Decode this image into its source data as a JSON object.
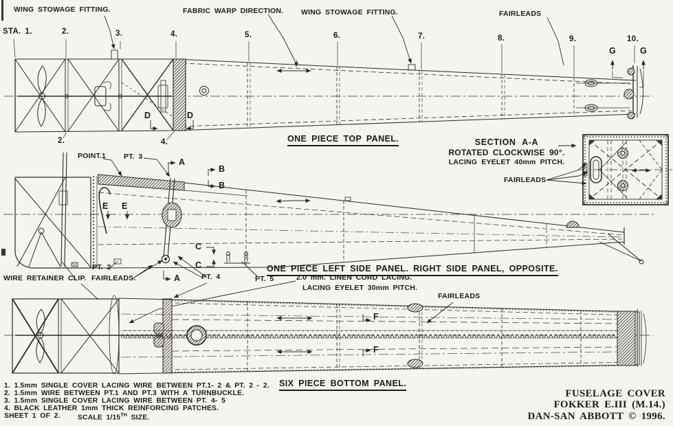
{
  "sheet": {
    "paper_color": "#f6f4ee",
    "ink_color": "#2b2926"
  },
  "callouts": {
    "wing_stowage_fitting_left": "WING STOWAGE FITTING.",
    "fabric_warp_direction": "FABRIC WARP DIRECTION.",
    "wing_stowage_fitting_right": "WING STOWAGE FITTING.",
    "fairleads_top_view": "FAIRLEADS",
    "fairleads_section_aa": "FAIRLEADS",
    "fairleads_side_view": "FAIRLEADS.",
    "fairleads_bottom_view": "FAIRLEADS",
    "wire_retainer_clip": "WIRE RETAINER CLIP.",
    "point_1": "POINT.1",
    "pt_2": "PT. 2",
    "pt_3": "PT. 3",
    "pt_4": "PT. 4",
    "pt_5": "PT. 5",
    "linen_cord_lacing": "2.0 mm. LINEN CORD LACING.",
    "lacing_eyelet_30mm": "LACING EYELET 30mm PITCH."
  },
  "stations_top": [
    "STA. 1.",
    "2.",
    "3.",
    "4.",
    "5.",
    "6.",
    "7.",
    "8.",
    "9.",
    "10."
  ],
  "stations_below_top_view": [
    "2.",
    "4."
  ],
  "section_markers": {
    "a": "A",
    "b": "B",
    "c": "C",
    "d": "D",
    "e": "E",
    "f": "F",
    "g": "G"
  },
  "view_titles": {
    "top_panel": "ONE PIECE TOP PANEL.",
    "side_panel": "ONE PIECE LEFT SIDE PANEL. RIGHT SIDE PANEL, OPPOSITE.",
    "bottom_panel": "SIX PIECE BOTTOM PANEL."
  },
  "section_aa": {
    "title": "SECTION A-A",
    "rotation_note": "ROTATED CLOCKWISE 90°.",
    "lacing_note": "LACING EYELET 40mm PITCH."
  },
  "notes": [
    "1. 1.5mm SINGLE COVER LACING WIRE BETWEEN PT.1- 2 & PT. 2 - 2.",
    "2. 1.5mm WIRE BETWEEN PT.1 AND PT.3 WITH A TURNBUCKLE.",
    "3. 1.5mm SINGLE COVER LACING WIRE BETWEEN PT. 4- 5",
    "4. BLACK LEATHER 1mm THICK REINFORCING PATCHES."
  ],
  "sheet_note": {
    "sheet": "SHEET 1 OF 2.",
    "scale_prefix": "SCALE 1/15",
    "scale_sup": "TH",
    "scale_suffix": " SIZE."
  },
  "title_block": {
    "line1": "FUSELAGE COVER",
    "line2": "FOKKER E.III (M.14.)",
    "line3": "DAN-SAN ABBOTT © 1996."
  }
}
